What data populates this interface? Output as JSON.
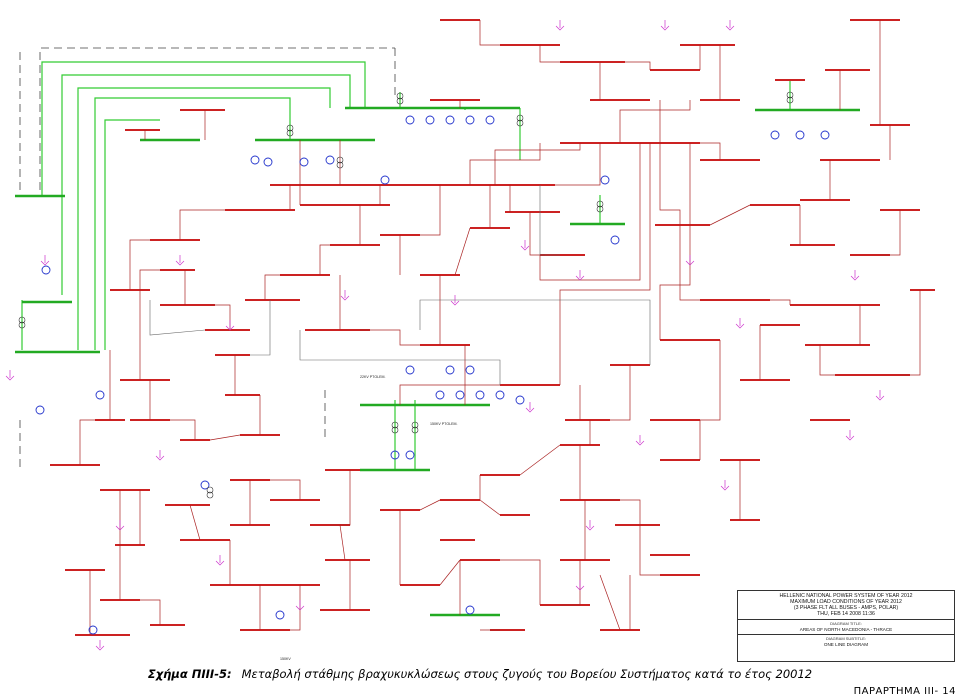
{
  "diagram": {
    "title_block": {
      "line1": "HELLENIC NATIONAL POWER SYSTEM OF YEAR 2012",
      "line2": "MAXIMUM LOAD CONDITIONS OF YEAR 2012",
      "line3": "(3 PHASE FLT ALL BUSES - AMPS, POLAR)",
      "line4": "THU, FEB 14 2008  11:36",
      "diagram_title_label": "DIAGRAM TITLE:",
      "diagram_title": "AREAS OF NORTH MACEDONIA - THRACE",
      "diagram_subtitle_label": "DIAGRAM SUBTITLE:",
      "diagram_subtitle": "ONE LINE DIAGRAM"
    },
    "labels": {
      "center_bus": "22KV PTOLEM.",
      "center_bus2": "150KV PTOLEM.",
      "bottom_bus": "150KV"
    },
    "colors": {
      "bus_400kv": "#22aa22",
      "bus_150kv": "#cc2222",
      "line_400kv": "#33cc33",
      "line_150kv": "#aa2222",
      "generator": "#2233cc",
      "load": "#cc33cc",
      "tie_dashed": "#555555"
    }
  },
  "caption": {
    "figure_number": "Σχήμα ΠIII-5:",
    "text": "Μεταβολή στάθμης βραχυκυκλώσεως στους ζυγούς του Βορείου Συστήματος κατά το έτος 20012"
  },
  "page_number": "ΠΑΡΑΡΤΗΜΑ III- 14"
}
